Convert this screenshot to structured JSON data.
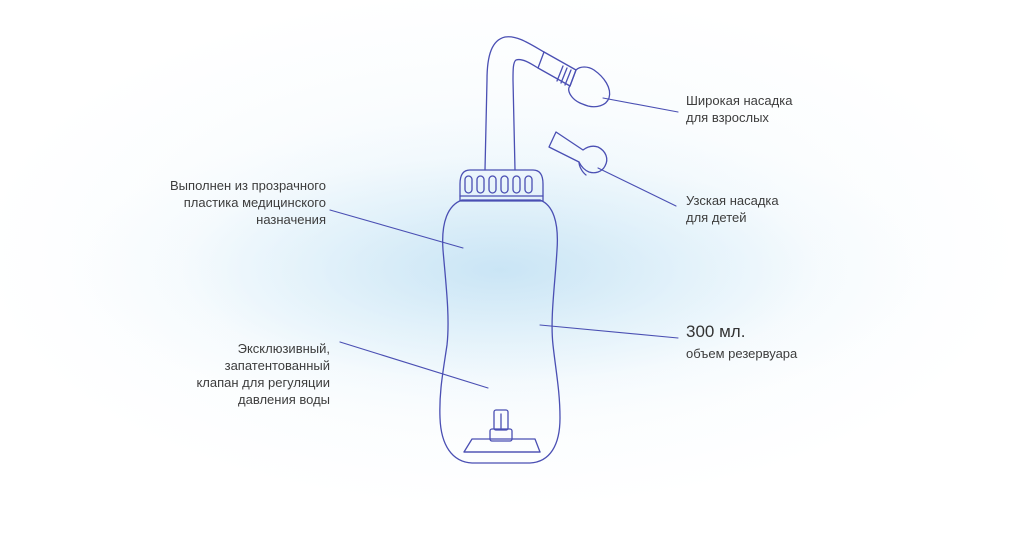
{
  "colors": {
    "outline": "#4a4fb3",
    "background_glow": "#c4e2f4",
    "text": "#3d3d3d"
  },
  "labels": {
    "material": "Выполнен из прозрачного\nпластика медицинского\nназначения",
    "valve": "Эксклюзивный,\nзапатентованный\nклапан для регуляции\nдавления воды",
    "wide_nozzle": "Широкая насадка\nдля взрослых",
    "narrow_nozzle": "Узская насадка\nдля детей",
    "volume_value": "300 мл.",
    "volume_caption": "объем резервуара"
  }
}
